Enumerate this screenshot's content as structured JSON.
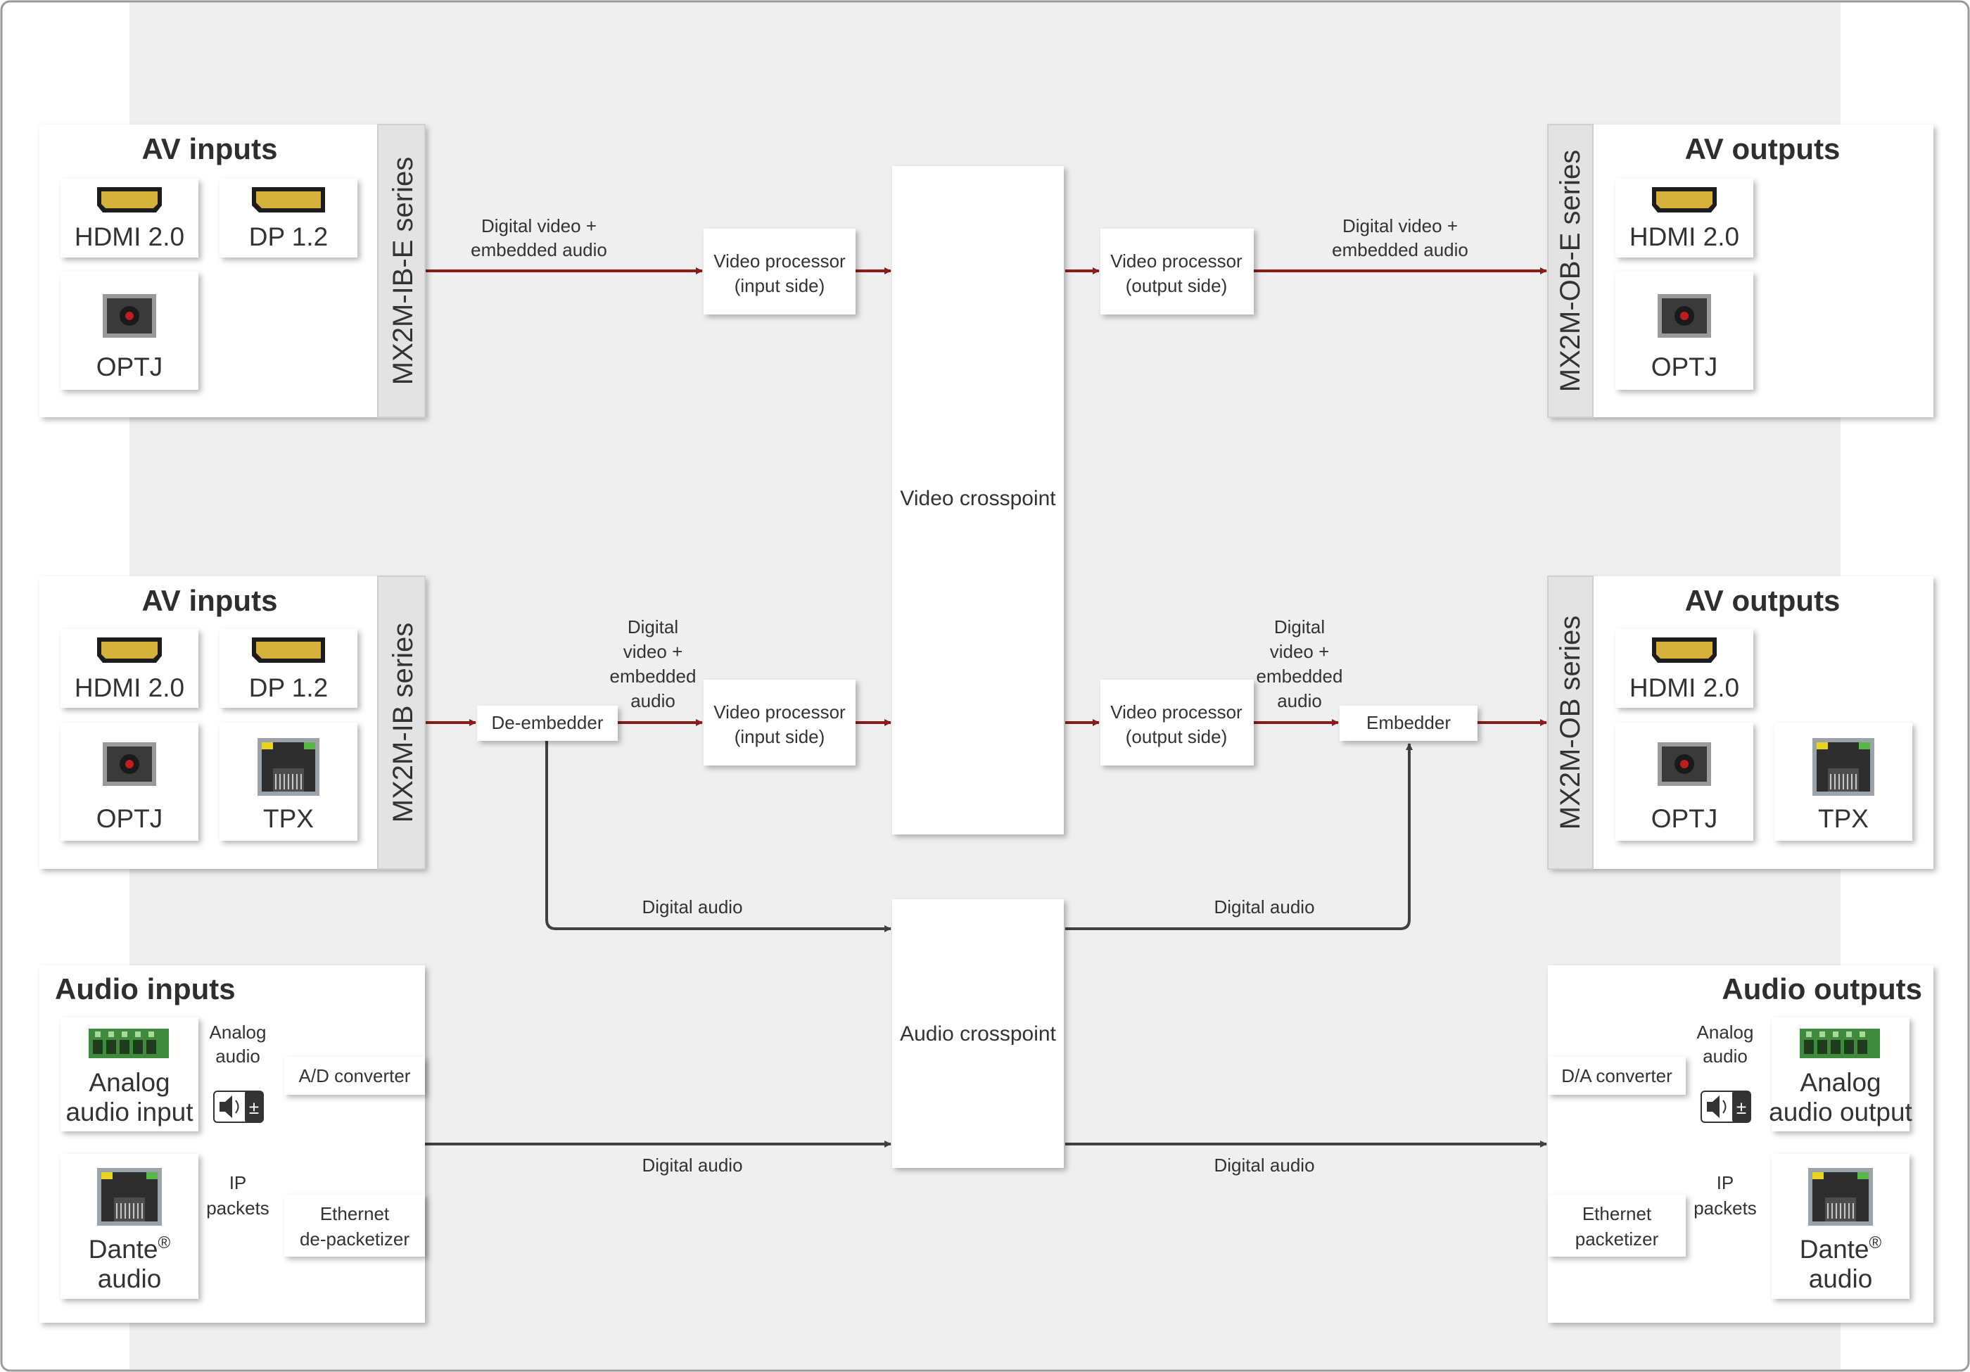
{
  "colors": {
    "video_line": "#8c1b1b",
    "audio_line": "#404040",
    "ip_line": "#8a8a8a",
    "panel_bg": "#efefef"
  },
  "rows": {
    "row1": {
      "in_title": "AV inputs",
      "in_series": "MX2M-IB-E series",
      "in_ports": [
        "HDMI 2.0",
        "DP 1.2",
        "OPTJ"
      ],
      "label_in": [
        "Digital video +",
        "embedded audio"
      ],
      "vp_in": [
        "Video processor",
        "(input side)"
      ],
      "vp_out": [
        "Video processor",
        "(output side)"
      ],
      "label_out": [
        "Digital video +",
        "embedded audio"
      ],
      "out_title": "AV outputs",
      "out_series": "MX2M-OB-E series",
      "out_ports": [
        "HDMI 2.0",
        "OPTJ"
      ]
    },
    "row2": {
      "in_title": "AV inputs",
      "in_series": "MX2M-IB series",
      "in_ports": [
        "HDMI 2.0",
        "DP 1.2",
        "OPTJ",
        "TPX"
      ],
      "deembedder": "De-embedder",
      "label_in": [
        "Digital",
        "video +",
        "embedded",
        "audio"
      ],
      "vp_in": [
        "Video processor",
        "(input side)"
      ],
      "vp_out": [
        "Video processor",
        "(output side)"
      ],
      "label_out": [
        "Digital",
        "video +",
        "embedded",
        "audio"
      ],
      "embedder": "Embedder",
      "out_title": "AV outputs",
      "out_series": "MX2M-OB series",
      "out_ports": [
        "HDMI 2.0",
        "OPTJ",
        "TPX"
      ]
    }
  },
  "video_crosspoint": "Video crosspoint",
  "audio_crosspoint": "Audio crosspoint",
  "digital_audio": "Digital audio",
  "audio_in": {
    "title": "Audio inputs",
    "analog": [
      "Analog",
      "audio input"
    ],
    "analog_link": [
      "Analog",
      "audio"
    ],
    "ad": "A/D converter",
    "dante": [
      "Dante",
      "®",
      "audio"
    ],
    "ip_link": [
      "IP",
      "packets"
    ],
    "depack": [
      "Ethernet",
      "de-packetizer"
    ]
  },
  "audio_out": {
    "title": "Audio outputs",
    "analog": [
      "Analog",
      "audio output"
    ],
    "analog_link": [
      "Analog",
      "audio"
    ],
    "da": "D/A converter",
    "dante": [
      "Dante",
      "®",
      "audio"
    ],
    "ip_link": [
      "IP",
      "packets"
    ],
    "pack": [
      "Ethernet",
      "packetizer"
    ]
  },
  "icons": [
    "hdmi-icon",
    "displayport-icon",
    "optical-icon",
    "rj45-icon",
    "phoenix-connector-icon",
    "volume-icon"
  ]
}
